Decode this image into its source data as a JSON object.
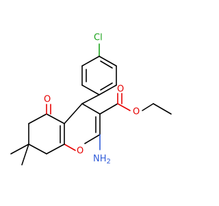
{
  "atoms": {
    "cl_label": "Cl",
    "o_carbonyl_label": "O",
    "o_ring_label": "O",
    "o_ester_carbonyl_label": "O",
    "o_ester_label": "O",
    "nh2_label": "NH",
    "nh2_subscript": "2"
  },
  "colors": {
    "bond": "#000000",
    "oxygen": "#e60000",
    "nitrogen": "#2f5bd8",
    "chlorine": "#1aa31a"
  }
}
